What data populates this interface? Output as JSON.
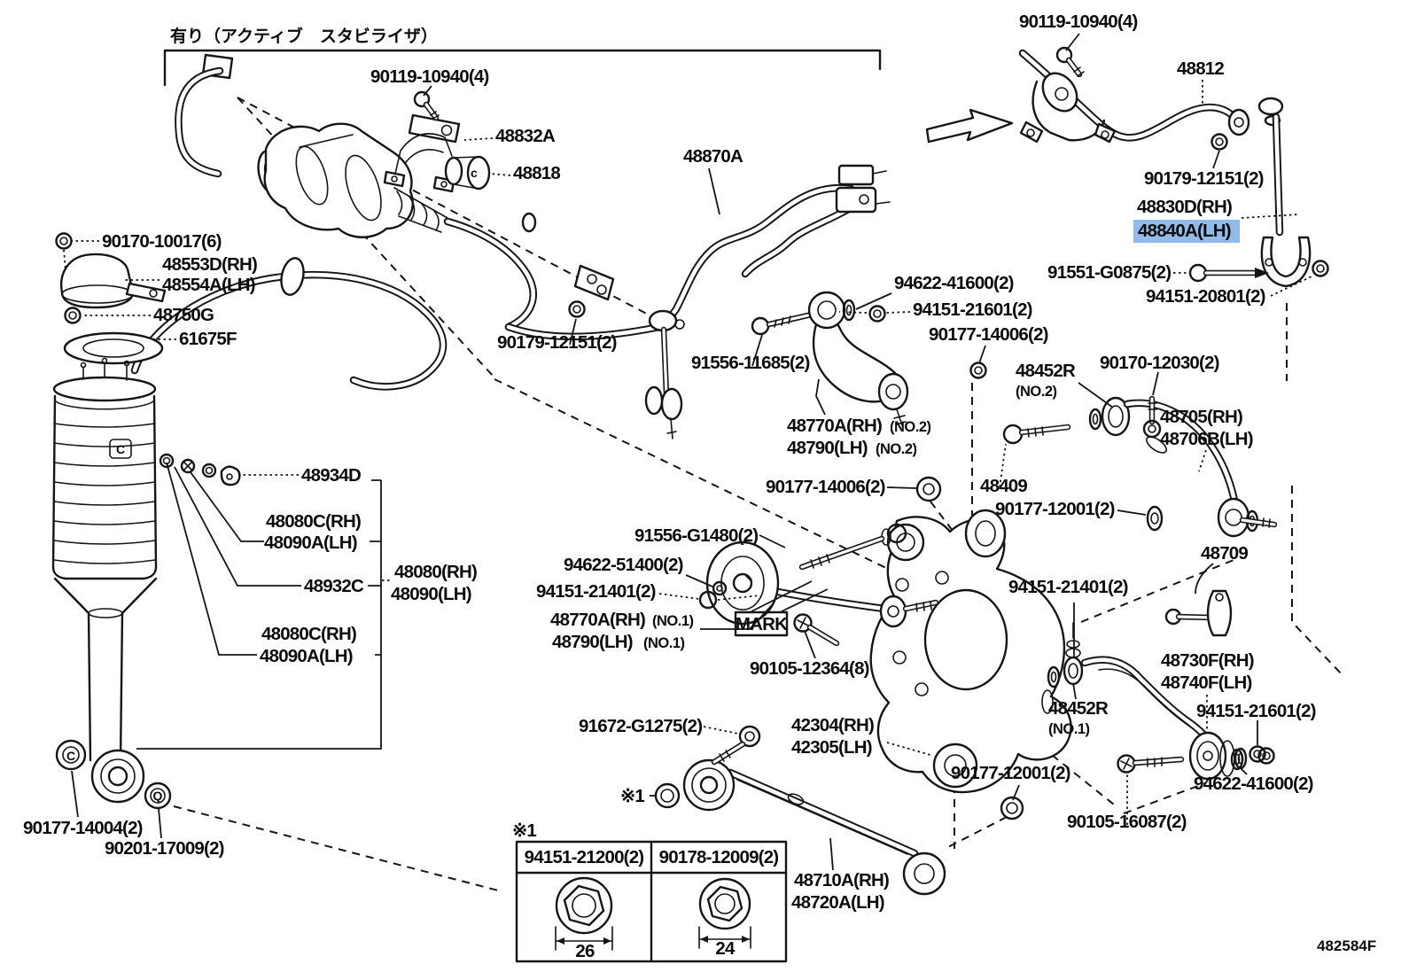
{
  "doc_number": "482584F",
  "highlight": {
    "bg": "#92bbea",
    "text_color": "#16339c"
  },
  "labels": [
    "有り（アクティブ　スタビライザ）",
    "90119-10940(4)",
    "48832A",
    "48818",
    "48870A",
    "90119-10940(4)",
    "48812",
    "90179-12151(2)",
    "48830D(RH)",
    "48840A(LH)",
    "91551-G0875(2)",
    "94151-20801(2)",
    "90170-10017(6)",
    "48553D(RH)",
    "48554A(LH)",
    "48750G",
    "61675F",
    "90179-12151(2)",
    "91556-11685(2)",
    "94622-41600(2)",
    "94151-21601(2)",
    "90177-14006(2)",
    "48452R",
    "(NO.2)",
    "90170-12030(2)",
    "48705(RH)",
    "48706B(LH)",
    "48770A(RH)",
    "(NO.2)",
    "48790(LH)",
    "(NO.2)",
    "48409",
    "90177-14006(2)",
    "90177-12001(2)",
    "48709",
    "48934D",
    "48080C(RH)",
    "48090A(LH)",
    "48932C",
    "48080(RH)",
    "48090(LH)",
    "48080C(RH)",
    "48090A(LH)",
    "91556-G1480(2)",
    "94622-51400(2)",
    "94151-21401(2)",
    "48770A(RH)",
    "(NO.1)",
    "48790(LH)",
    "(NO.1)",
    "MARK",
    "90105-12364(8)",
    "94151-21401(2)",
    "91672-G1275(2)",
    "42304(RH)",
    "42305(LH)",
    "※1",
    "90177-12001(2)",
    "48452R",
    "(NO.1)",
    "48730F(RH)",
    "48740F(LH)",
    "94151-21601(2)",
    "94622-41600(2)",
    "90105-16087(2)",
    "48710A(RH)",
    "48720A(LH)",
    "90177-14004(2)",
    "90201-17009(2)"
  ],
  "glyphs": {
    "bushing_c": "c",
    "body_badge": "C",
    "washer_c": "C",
    "washer_q": "Q"
  },
  "table": {
    "marker": "※1",
    "columns": [
      {
        "part": "94151-21200(2)",
        "size": "26"
      },
      {
        "part": "90178-12009(2)",
        "size": "24"
      }
    ]
  }
}
